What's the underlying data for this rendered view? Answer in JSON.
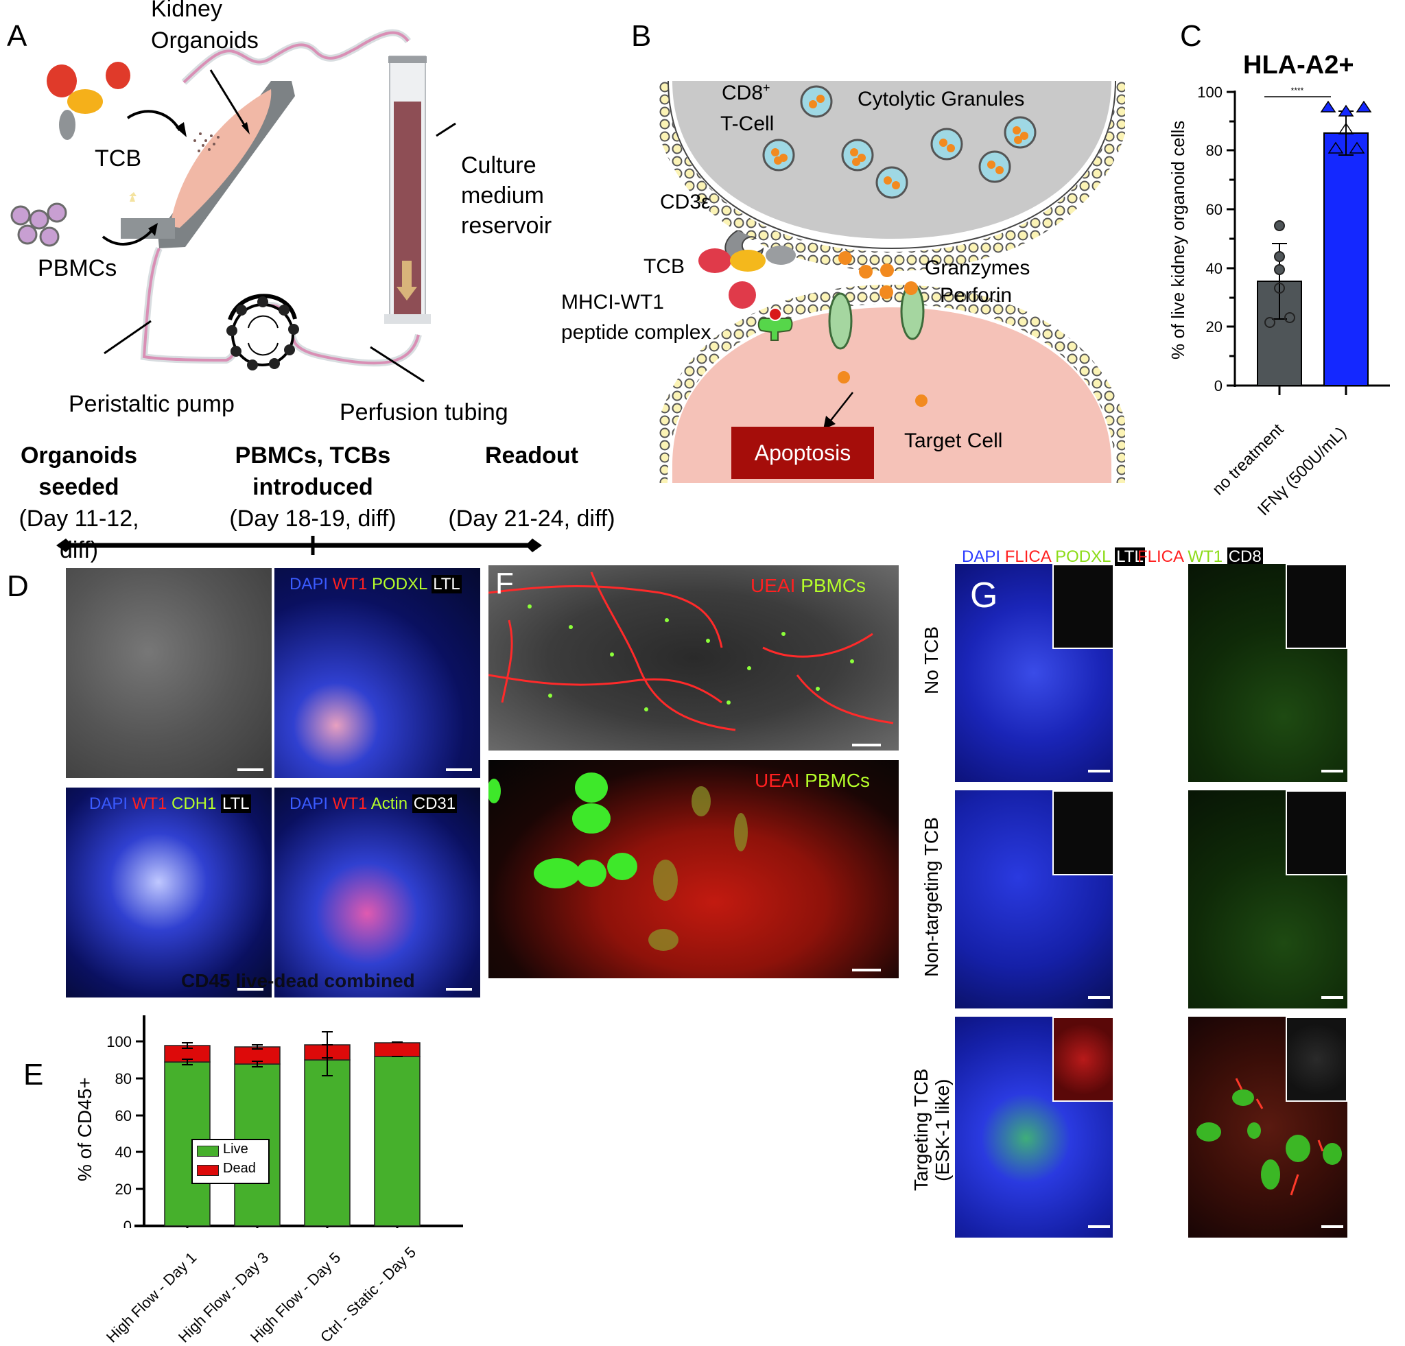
{
  "panels": {
    "A": {
      "letter": "A",
      "labels": {
        "kidney_organoids": "Kidney\nOrganoids",
        "kidney": "Kidney",
        "organoids": "Organoids",
        "tcb": "TCB",
        "pbmcs": "PBMCs",
        "culture": "Culture",
        "medium": "medium",
        "reservoir": "reservoir",
        "pump": "Peristaltic pump",
        "tubing": "Perfusion tubing"
      },
      "timeline": [
        {
          "title1": "Organoids",
          "title2": "seeded",
          "days": "(Day 11-12, diff)"
        },
        {
          "title1": "PBMCs, TCBs",
          "title2": "introduced",
          "days": "(Day 18-19, diff)"
        },
        {
          "title1": "Readout",
          "title2": "",
          "days": "(Day 21-24, diff)"
        }
      ]
    },
    "B": {
      "letter": "B",
      "labels": {
        "cd8": "CD8",
        "cd8_sup": "+",
        "tcell": "T-Cell",
        "granules": "Cytolytic Granules",
        "cd3": "CD3ε",
        "tcb": "TCB",
        "mhc1": "MHCI-WT1",
        "mhc2": "peptide complex",
        "granzymes": "Granzymes",
        "perforin": "Perforin",
        "apoptosis": "Apoptosis",
        "target": "Target Cell"
      }
    },
    "C": {
      "letter": "C"
    },
    "D": {
      "letter": "D",
      "tiles": [
        {
          "stains": []
        },
        {
          "stains": [
            {
              "t": "DAPI",
              "c": "blue"
            },
            {
              "t": "WT1",
              "c": "red"
            },
            {
              "t": "PODXL",
              "c": "green"
            },
            {
              "t": "LTL",
              "c": "white"
            }
          ]
        },
        {
          "stains": [
            {
              "t": "DAPI",
              "c": "blue"
            },
            {
              "t": "WT1",
              "c": "red"
            },
            {
              "t": "CDH1",
              "c": "green"
            },
            {
              "t": "LTL",
              "c": "white"
            }
          ]
        },
        {
          "stains": [
            {
              "t": "DAPI",
              "c": "blue"
            },
            {
              "t": "WT1",
              "c": "red"
            },
            {
              "t": "Actin",
              "c": "green"
            },
            {
              "t": "CD31",
              "c": "white"
            }
          ]
        }
      ],
      "overlay_text": "CD45 live-dead combined"
    },
    "E": {
      "letter": "E"
    },
    "F": {
      "letter": "F",
      "stain_red": "UEAI",
      "stain_green": "PBMCs"
    },
    "G": {
      "letter": "G",
      "col_headers": [
        [
          {
            "t": "DAPI",
            "c": "blue"
          },
          {
            "t": "FLICA",
            "c": "red"
          },
          {
            "t": "PODXL",
            "c": "green"
          },
          {
            "t": "LTL",
            "c": "box"
          }
        ],
        [
          {
            "t": "FLICA",
            "c": "red"
          },
          {
            "t": "WT1",
            "c": "green"
          },
          {
            "t": "CD8",
            "c": "box"
          }
        ]
      ],
      "row_labels": [
        "No TCB",
        "Non-targeting TCB",
        "Targeting TCB",
        "(ESK-1 like)"
      ]
    }
  },
  "chart_data": [
    {
      "panel": "C",
      "type": "bar",
      "title": "HLA-A2+",
      "categories": [
        "no treatment",
        "IFNγ (500U/mL)"
      ],
      "values": [
        35.5,
        86
      ],
      "error_sd": [
        12.8,
        7.5
      ],
      "points": [
        [
          54.5,
          44,
          39.5,
          33,
          21.5,
          23
        ],
        [
          93,
          92,
          90,
          84.5,
          77,
          77
        ]
      ],
      "colors": [
        "#4f5558",
        "#1428ff"
      ],
      "significance": "****",
      "xlabel": "",
      "ylabel": "% of live kidney organoid cells",
      "ylim": [
        0,
        100
      ],
      "yticks": [
        0,
        20,
        40,
        60,
        80,
        100
      ]
    },
    {
      "panel": "E",
      "type": "bar",
      "stacked": true,
      "title": "",
      "categories": [
        "High Flow - Day 1",
        "High Flow - Day 3",
        "High Flow - Day 5",
        "Ctrl - Static - Day 5"
      ],
      "series": [
        {
          "name": "Live",
          "color": "#46b02c",
          "values": [
            89,
            88,
            90,
            92
          ],
          "error": [
            1.2,
            1.2,
            8.5,
            0.3
          ]
        },
        {
          "name": "Dead",
          "color": "#dd0a0a",
          "values": [
            9,
            9.2,
            8.3,
            7.4
          ],
          "error": [
            1.4,
            1.2,
            7,
            0.3
          ]
        }
      ],
      "xlabel": "",
      "ylabel": "% of CD45+",
      "ylim": [
        0,
        110
      ],
      "yticks": [
        0,
        20,
        40,
        60,
        80,
        100
      ],
      "legend_position": "inside-left-middle"
    }
  ]
}
